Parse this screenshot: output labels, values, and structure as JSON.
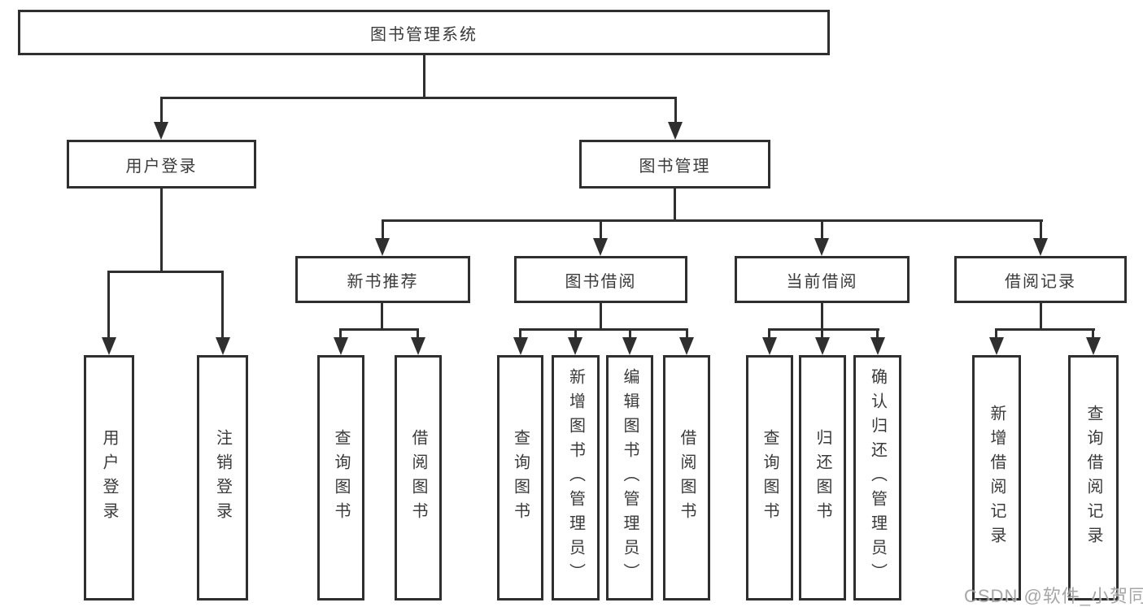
{
  "diagram": {
    "title": "图书管理系统",
    "type": "hierarchy-tree",
    "colors": {
      "line": "#2f2f2f",
      "border": "#2f2f2f",
      "text": "#3a3a3a",
      "background": "#ffffff",
      "watermark": "#979797"
    }
  },
  "nodes": {
    "root": {
      "label": "图书管理系统"
    },
    "level2": [
      {
        "label": "用户登录"
      },
      {
        "label": "图书管理"
      }
    ],
    "level3": [
      {
        "label": "新书推荐"
      },
      {
        "label": "图书借阅"
      },
      {
        "label": "当前借阅"
      },
      {
        "label": "借阅记录"
      }
    ],
    "leaves": {
      "user_login": [
        "用户登录",
        "注销登录"
      ],
      "new_books": [
        "查询图书",
        "借阅图书"
      ],
      "book_borrow": [
        "查询图书",
        "新增图书（管理员）",
        "编辑图书（管理员）",
        "借阅图书"
      ],
      "current_borrow": [
        "查询图书",
        "归还图书",
        "确认归还（管理员）"
      ],
      "borrow_records": [
        "新增借阅记录",
        "查询借阅记录"
      ]
    }
  },
  "watermark": {
    "text": "CSDN @软件_小贺同学"
  }
}
